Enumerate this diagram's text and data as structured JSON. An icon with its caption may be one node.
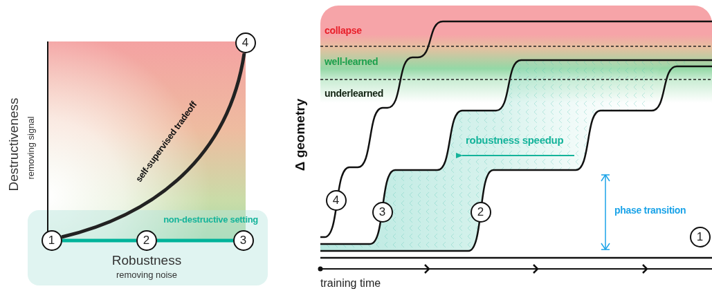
{
  "diagram": {
    "nodes": [
      {
        "text": [
          "non-destructive setting"
        ]
      },
      {
        "text": [
          "1"
        ],
        "in": 0
      },
      {
        "text": [
          "2"
        ],
        "in": 0
      },
      {
        "text": [
          "3"
        ],
        "in": 0
      },
      {
        "text": [
          "4"
        ]
      },
      {
        "text": [
          "4"
        ]
      },
      {
        "text": [
          "3"
        ]
      },
      {
        "text": [
          "2"
        ]
      },
      {
        "text": [
          "1"
        ]
      }
    ],
    "edges": [
      {
        "from": 1,
        "to": 2,
        "arrow": "none"
      },
      {
        "from": 2,
        "to": 3,
        "arrow": "none"
      },
      {
        "from": 1,
        "to": 4,
        "arrow": "none",
        "color": "#222222",
        "label": "self-supervised tradeoff"
      }
    ],
    "labels": [
      "Destructiveness",
      "removing signal",
      "Robustness",
      "removing noise",
      "collapse",
      "well-learned",
      "underlearned",
      "Δ geometry",
      "robustness speedup",
      "phase transition",
      "training time"
    ]
  }
}
